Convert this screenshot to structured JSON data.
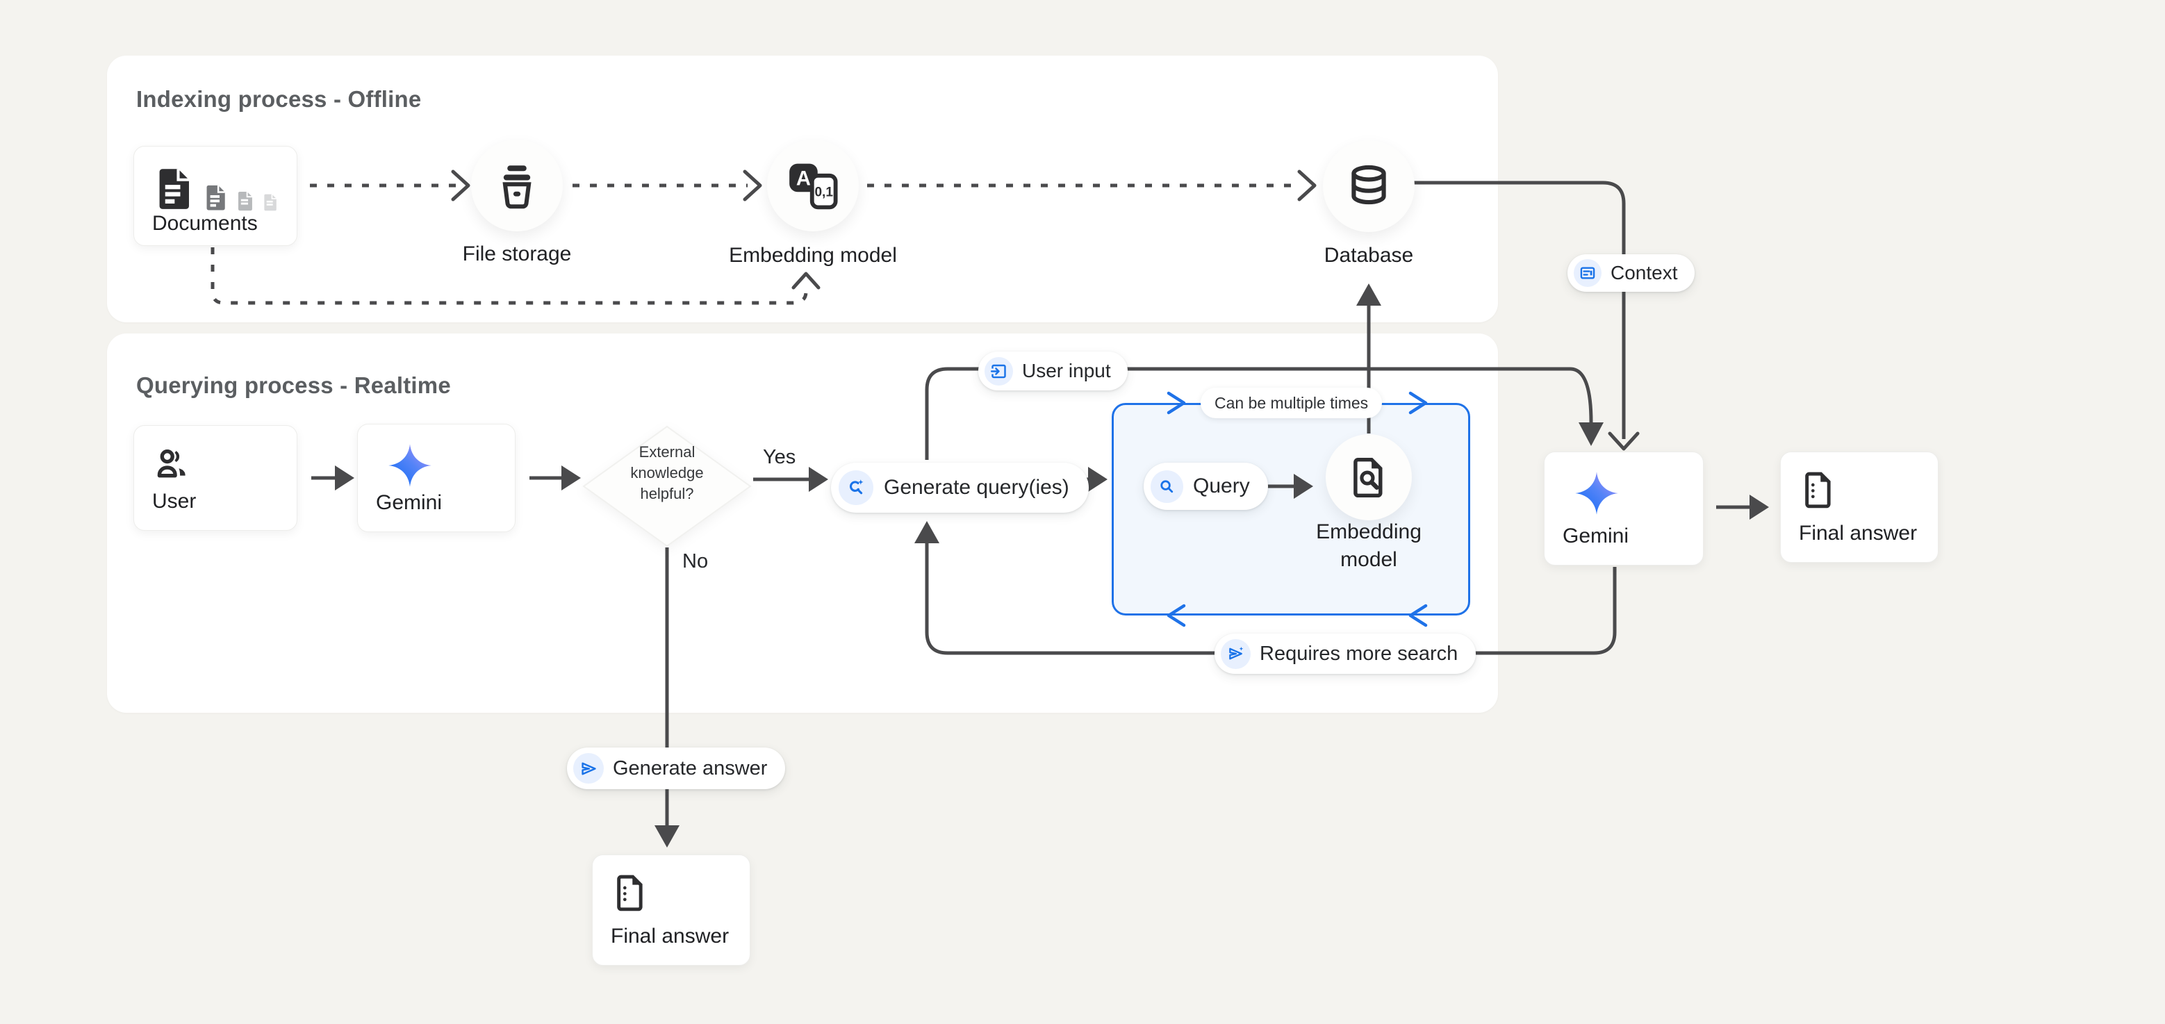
{
  "colors": {
    "background": "#f4f3ef",
    "panel": "#ffffff",
    "connector": "#4a4a4c",
    "accent_blue": "#1f72e8",
    "accent_blue_light": "#e8f0fe",
    "loop_box_bg": "#f2f7fd",
    "title_gray": "#5b5e61"
  },
  "indexing": {
    "title": "Indexing process - Offline",
    "documents_label": "Documents",
    "file_storage_label": "File storage",
    "embedding_label": "Embedding model",
    "database_label": "Database",
    "embedding_icon_letter": "A",
    "embedding_icon_digits": "0,1"
  },
  "querying": {
    "title": "Querying process - Realtime",
    "user_label": "User",
    "gemini_label": "Gemini",
    "decision_line1": "External",
    "decision_line2": "knowledge",
    "decision_line3": "helpful?",
    "yes_label": "Yes",
    "no_label": "No",
    "generate_query_label": "Generate query(ies)",
    "query_label": "Query",
    "loop_note": "Can be multiple times",
    "loop_embedding_label": "Embedding model"
  },
  "flow_labels": {
    "user_input": "User input",
    "context": "Context",
    "requires_more_search": "Requires more search",
    "generate_answer": "Generate answer"
  },
  "output": {
    "gemini_label": "Gemini",
    "final_answer_right": "Final answer",
    "final_answer_bottom": "Final answer"
  },
  "icons": [
    "documents-icon",
    "file-storage-bucket-icon",
    "embedding-translate-icon",
    "database-cylinder-icon",
    "users-icon",
    "gemini-star-icon",
    "search-spark-icon",
    "search-icon",
    "doc-search-icon",
    "input-icon",
    "context-lines-icon",
    "send-spark-icon",
    "send-icon",
    "final-answer-doc-icon"
  ]
}
